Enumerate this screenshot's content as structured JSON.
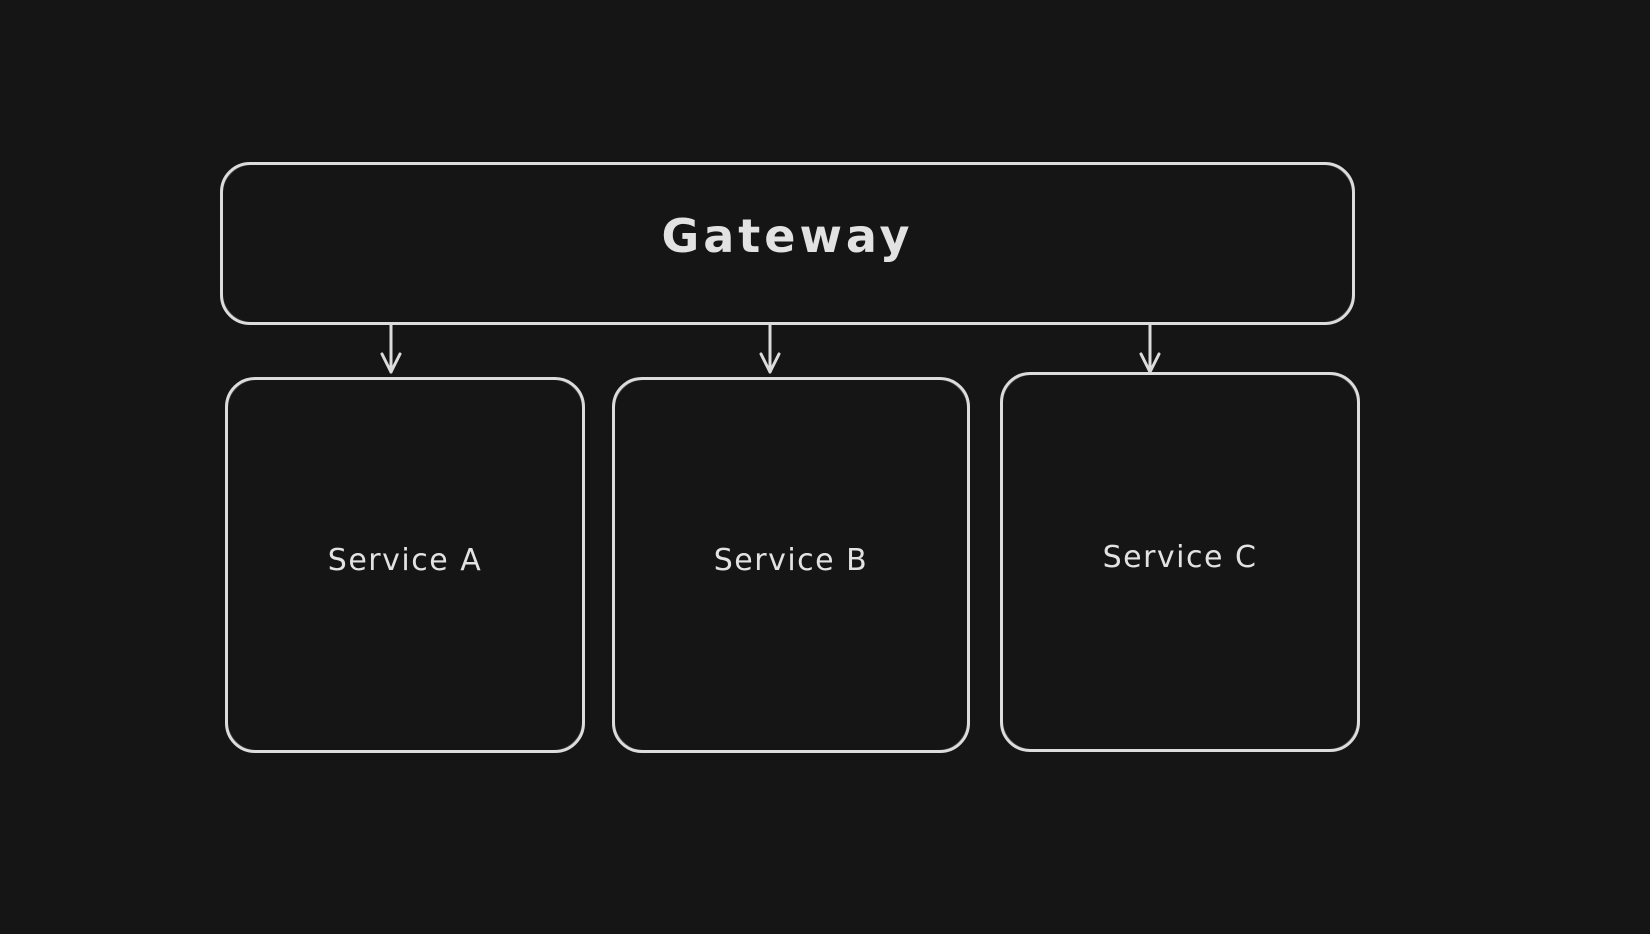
{
  "colors": {
    "background": "#151515",
    "stroke": "#dcdcdc",
    "text": "#e2e2e2"
  },
  "diagram": {
    "type": "architecture-diagram",
    "gateway": {
      "label": "Gateway"
    },
    "services": [
      {
        "label": "Service A"
      },
      {
        "label": "Service B"
      },
      {
        "label": "Service C"
      }
    ],
    "connectors": [
      {
        "from": "Gateway",
        "to": "Service A",
        "icon": "arrow-down-icon"
      },
      {
        "from": "Gateway",
        "to": "Service B",
        "icon": "arrow-down-icon"
      },
      {
        "from": "Gateway",
        "to": "Service C",
        "icon": "arrow-down-icon"
      }
    ]
  }
}
